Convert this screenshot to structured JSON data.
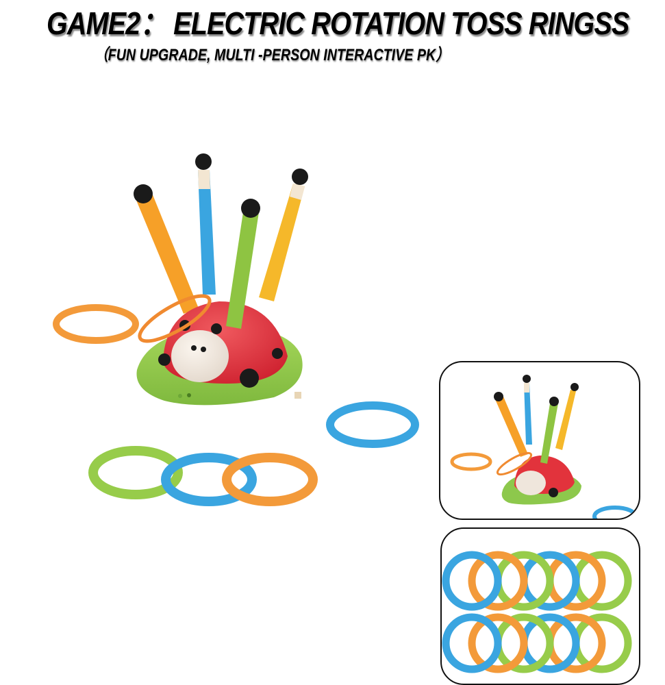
{
  "header": {
    "title": "GAME2： ELECTRIC ROTATION TOSS RINGSS",
    "subtitle": "（FUN UPGRADE, MULTI -PERSON INTERACTIVE PK）"
  },
  "colors": {
    "orange": "#f39a3a",
    "blue": "#3aa5e0",
    "green": "#97cc4a",
    "yellow": "#f5b82a",
    "red": "#e2333c",
    "base_green": "#8dc84c",
    "black_tip": "#1a1a1a",
    "panel_border": "#111111"
  },
  "main_image": {
    "subject": "ladybug ring toss base with four poles",
    "poles": [
      "orange",
      "blue",
      "green",
      "yellow"
    ],
    "rings": [
      "orange",
      "blue",
      "green",
      "blue",
      "orange"
    ]
  },
  "thumbnails": [
    {
      "label": "toss set overview"
    },
    {
      "label": "rings set",
      "ring_rows": [
        [
          "blue",
          "orange",
          "green",
          "blue",
          "orange",
          "green"
        ],
        [
          "blue",
          "orange",
          "green",
          "blue",
          "orange",
          "green"
        ]
      ]
    }
  ]
}
